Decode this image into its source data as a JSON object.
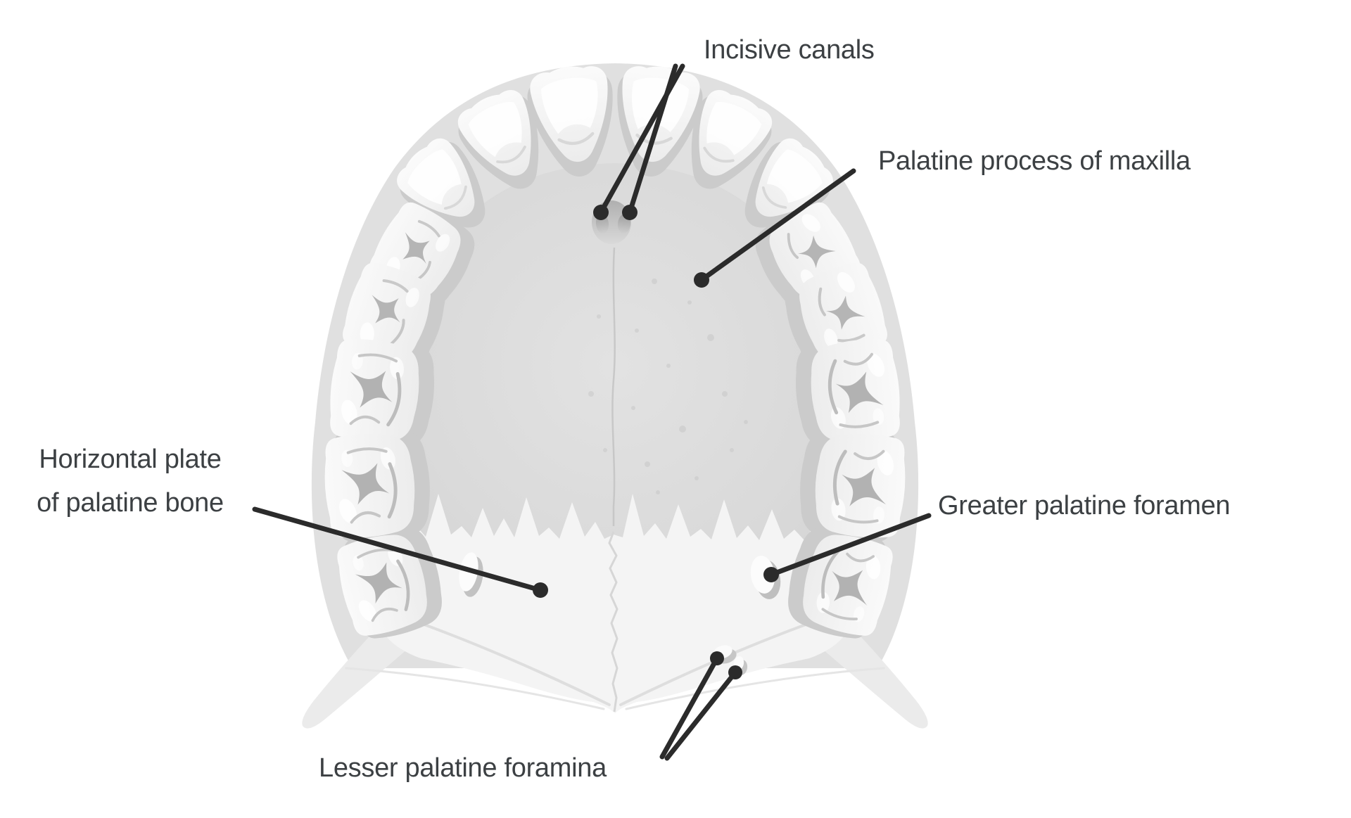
{
  "figure": {
    "type": "anatomical-diagram",
    "subject": "Hard palate, inferior view",
    "labels": {
      "incisive_canals": "Incisive canals",
      "palatine_process": "Palatine process of maxilla",
      "horizontal_plate_line1": "Horizontal plate",
      "horizontal_plate_line2": "of palatine bone",
      "greater_palatine": "Greater palatine foramen",
      "lesser_palatine": "Lesser palatine foramina"
    },
    "colors": {
      "label_text": "#3c4043",
      "leader_line": "#2b2b2b",
      "bone_light": "#f4f4f4",
      "bone_mid": "#d7d7d7",
      "gum": "#e0e0e0",
      "tooth": "#fafafa",
      "background": "#ffffff"
    }
  }
}
